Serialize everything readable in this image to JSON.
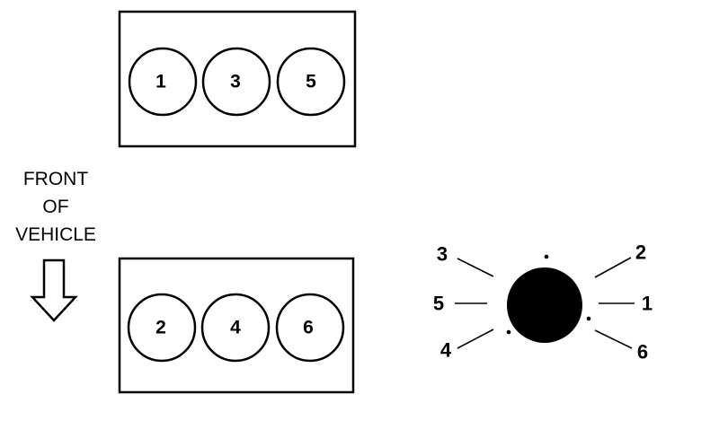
{
  "banks": {
    "upper": {
      "cylinders": [
        "1",
        "3",
        "5"
      ]
    },
    "lower": {
      "cylinders": [
        "2",
        "4",
        "6"
      ]
    }
  },
  "front": {
    "line1": "FRONT",
    "line2": "OF",
    "line3": "VEHICLE"
  },
  "coil": {
    "terminals": [
      "3",
      "2",
      "5",
      "1",
      "4",
      "6"
    ]
  },
  "colors": {
    "ink": "#000000",
    "background": "#ffffff"
  }
}
